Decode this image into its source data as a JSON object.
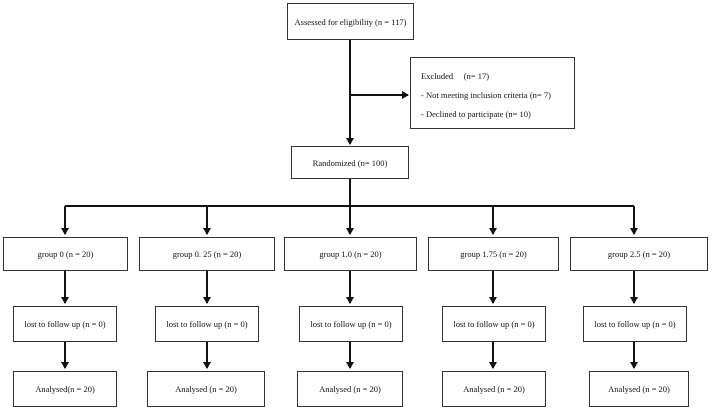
{
  "assessed": "Assessed for eligibility (n = 117)",
  "excluded": {
    "title": "Excluded     (n= 17)",
    "items": [
      "- Not meeting inclusion criteria (n= 7)",
      "- Declined to participate (n= 10)"
    ]
  },
  "randomized": "Randomized (n= 100)",
  "groups": [
    {
      "label": "group 0 (n = 20)",
      "lost": "lost to follow up (n = 0)",
      "analysed": "Analysed(n = 20)"
    },
    {
      "label": "group 0. 25 (n = 20)",
      "lost": "lost to follow up (n = 0)",
      "analysed": "Analysed (n = 20)"
    },
    {
      "label": "group 1.0 (n = 20)",
      "lost": "lost to follow up (n = 0)",
      "analysed": "Analysed (n = 20)"
    },
    {
      "label": "group 1.75 (n = 20)",
      "lost": "lost to follow up (n = 0)",
      "analysed": "Analysed (n = 20)"
    },
    {
      "label": "group 2.5 (n = 20)",
      "lost": "lost to follow up (n = 0)",
      "analysed": "Analysed (n = 20)"
    }
  ]
}
